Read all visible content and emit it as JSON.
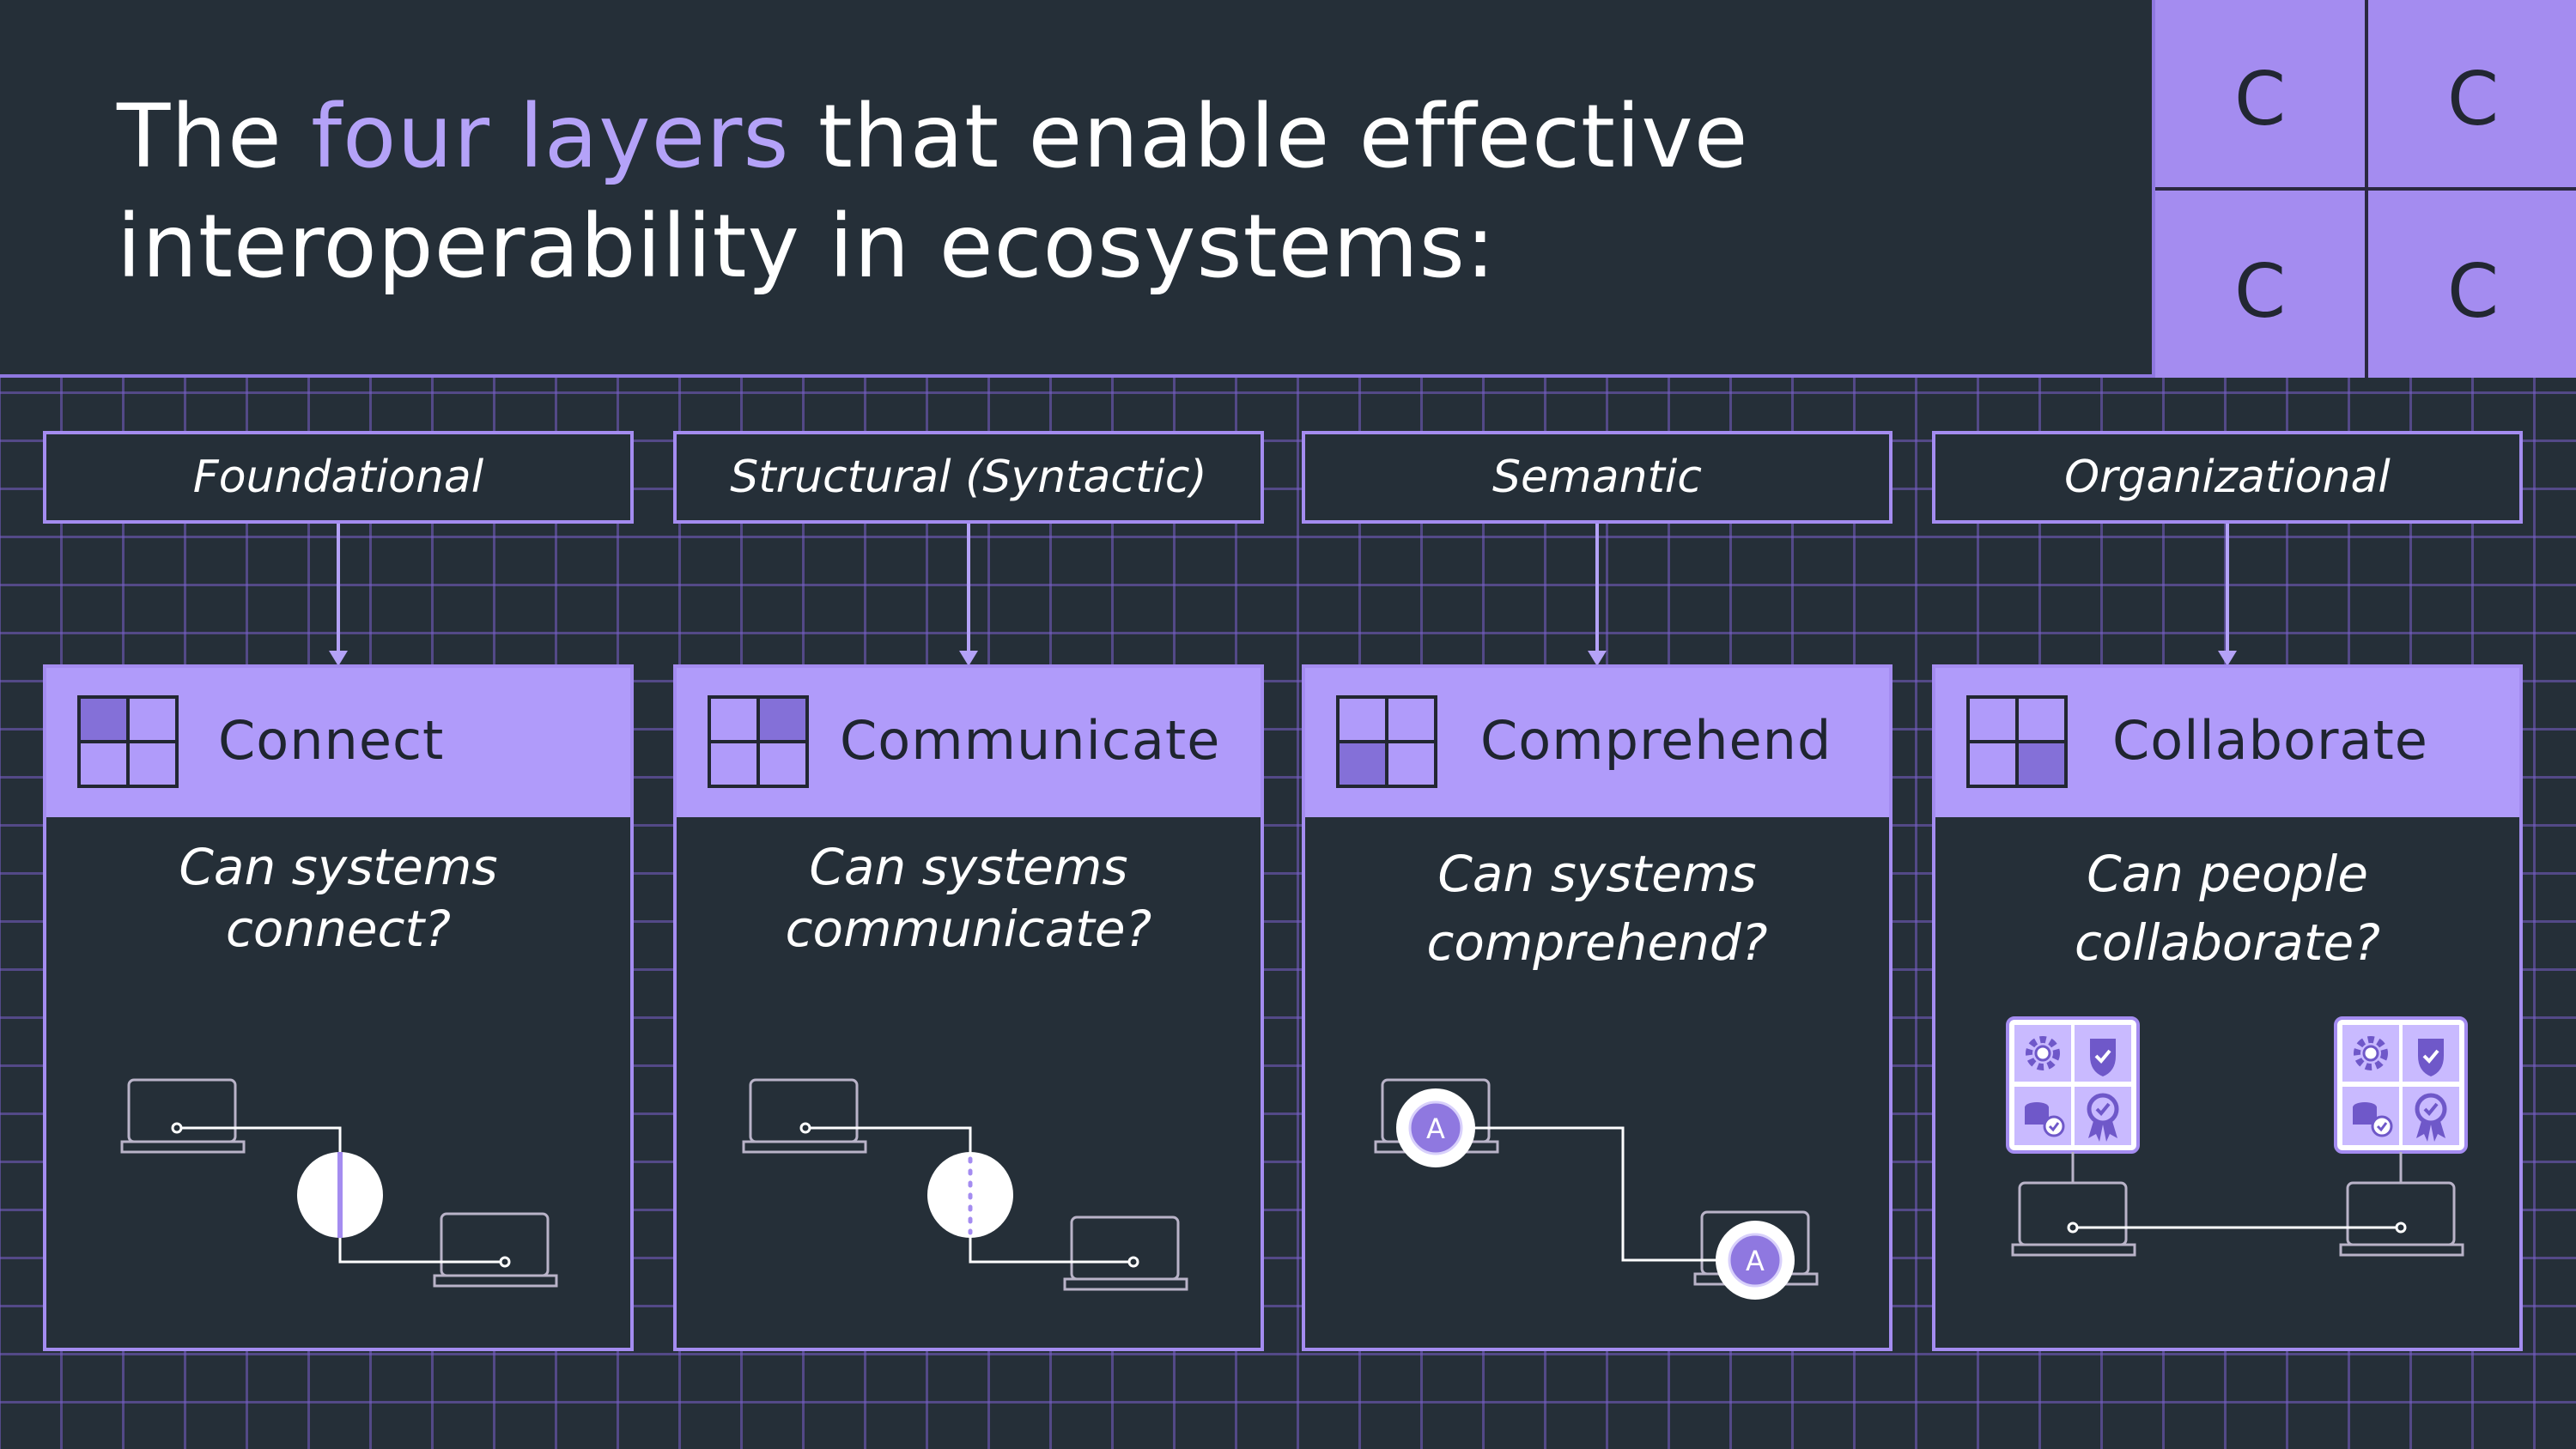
{
  "header": {
    "title_before": "The ",
    "title_accent": "four layers",
    "title_after_line1": " that enable effective",
    "title_line2": "interoperability in ecosystems:"
  },
  "logo": {
    "letters": [
      "C",
      "C",
      "C",
      "C"
    ]
  },
  "layers": [
    {
      "label": "Foundational",
      "title": "Connect",
      "question_line1": "Can systems",
      "question_line2": "connect?"
    },
    {
      "label": "Structural (Syntactic)",
      "title": "Communicate",
      "question_line1": "Can systems",
      "question_line2": "communicate?"
    },
    {
      "label": "Semantic",
      "title": "Comprehend",
      "question_line1": "Can systems",
      "question_line2": "comprehend?"
    },
    {
      "label": "Organizational",
      "title": "Collaborate",
      "question_line1": "Can people",
      "question_line2": "collaborate?"
    }
  ],
  "badge_letter": "A",
  "colors": {
    "background": "#252f38",
    "accent": "#b09bfa",
    "accent_text": "#b4a2f8",
    "grid": "#785fc8"
  },
  "icons": {
    "logo": "four-c-grid-logo",
    "card": "grid-quadrant-icon",
    "devices": "laptop-icon",
    "settings": "gear-icon",
    "security": "shield-check-icon",
    "data": "database-check-icon",
    "certified": "award-check-icon"
  }
}
